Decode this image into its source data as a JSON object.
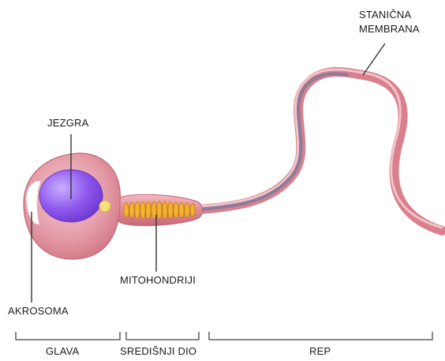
{
  "labels": {
    "membrane_line1": "STANIČNA",
    "membrane_line2": "MEMBRANA",
    "nucleus": "JEZGRA",
    "mitochondria": "MITOHONDRIJI",
    "acrosome": "AKROSOMA"
  },
  "sections": {
    "head": "GLAVA",
    "midpiece": "SREDIŠNJI DIO",
    "tail": "REP"
  },
  "colors": {
    "cell_body": "#D9808C",
    "cell_body_light": "#F0C0C8",
    "membrane_edge": "#B85A6A",
    "nucleus": "#8E55E8",
    "nucleus_light": "#C8A8FF",
    "acrosome": "#FFFFFF",
    "mitochondria": "#F2B233",
    "mitochondria_dark": "#C98214",
    "centriole": "#F7E07A",
    "tail_core": "#8A7C9A",
    "line": "#333333"
  }
}
